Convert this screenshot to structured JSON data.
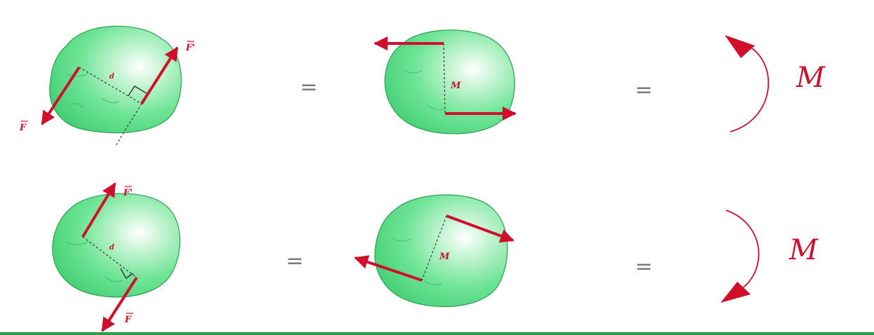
{
  "rows": [
    {
      "body1": {
        "force_label": "F",
        "force_prime_label": "F'",
        "distance_label": "d"
      },
      "equals_1": "=",
      "body2": {
        "moment_label": "M"
      },
      "equals_2": "=",
      "couple": {
        "moment_label": "M",
        "direction": "counterclockwise"
      }
    },
    {
      "body1": {
        "force_label": "F",
        "force_prime_label": "F'",
        "distance_label": "d"
      },
      "equals_1": "=",
      "body2": {
        "moment_label": "M"
      },
      "equals_2": "=",
      "couple": {
        "moment_label": "M",
        "direction": "clockwise"
      }
    }
  ],
  "colors": {
    "force": "#d0102a",
    "body_fill": "#5fe08a",
    "body_stroke": "#2f9e55",
    "arc": "#d0102a",
    "equals": "#7a7a7a",
    "bottom_rule": "#2e9a4a"
  }
}
